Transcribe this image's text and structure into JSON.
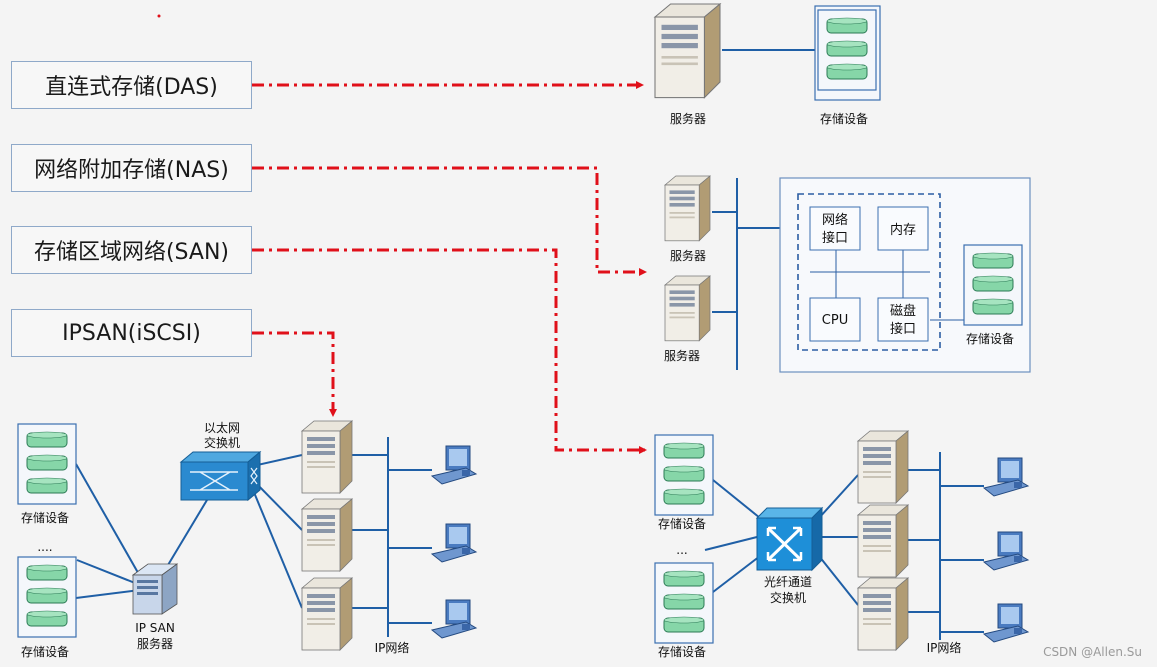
{
  "labels": {
    "das": "直连式存储(DAS)",
    "nas": "网络附加存储(NAS)",
    "san": "存储区域网络(SAN)",
    "ipsan": "IPSAN(iSCSI)"
  },
  "das": {
    "server": "服务器",
    "storage": "存储设备"
  },
  "nas": {
    "server_top": "服务器",
    "server_bottom": "服务器",
    "net_iface_1": "网络",
    "net_iface_2": "接口",
    "memory": "内存",
    "cpu": "CPU",
    "disk_iface_1": "磁盘",
    "disk_iface_2": "接口",
    "storage": "存储设备"
  },
  "ipsan": {
    "switch_1": "以太网",
    "switch_2": "交换机",
    "storage_top": "存储设备",
    "ellipsis": "....",
    "storage_bottom": "存储设备",
    "server_1": "IP SAN",
    "server_2": "服务器",
    "network": "IP网络"
  },
  "san": {
    "storage_top": "存储设备",
    "ellipsis": "...",
    "storage_bottom": "存储设备",
    "switch_1": "光纤通道",
    "switch_2": "交换机",
    "network": "IP网络"
  },
  "watermark": "CSDN @Allen.Su",
  "colors": {
    "arrow": "#e0101a",
    "line": "#1f5fa6",
    "disk": "#86d6a8",
    "switch": "#1a8fd6"
  }
}
